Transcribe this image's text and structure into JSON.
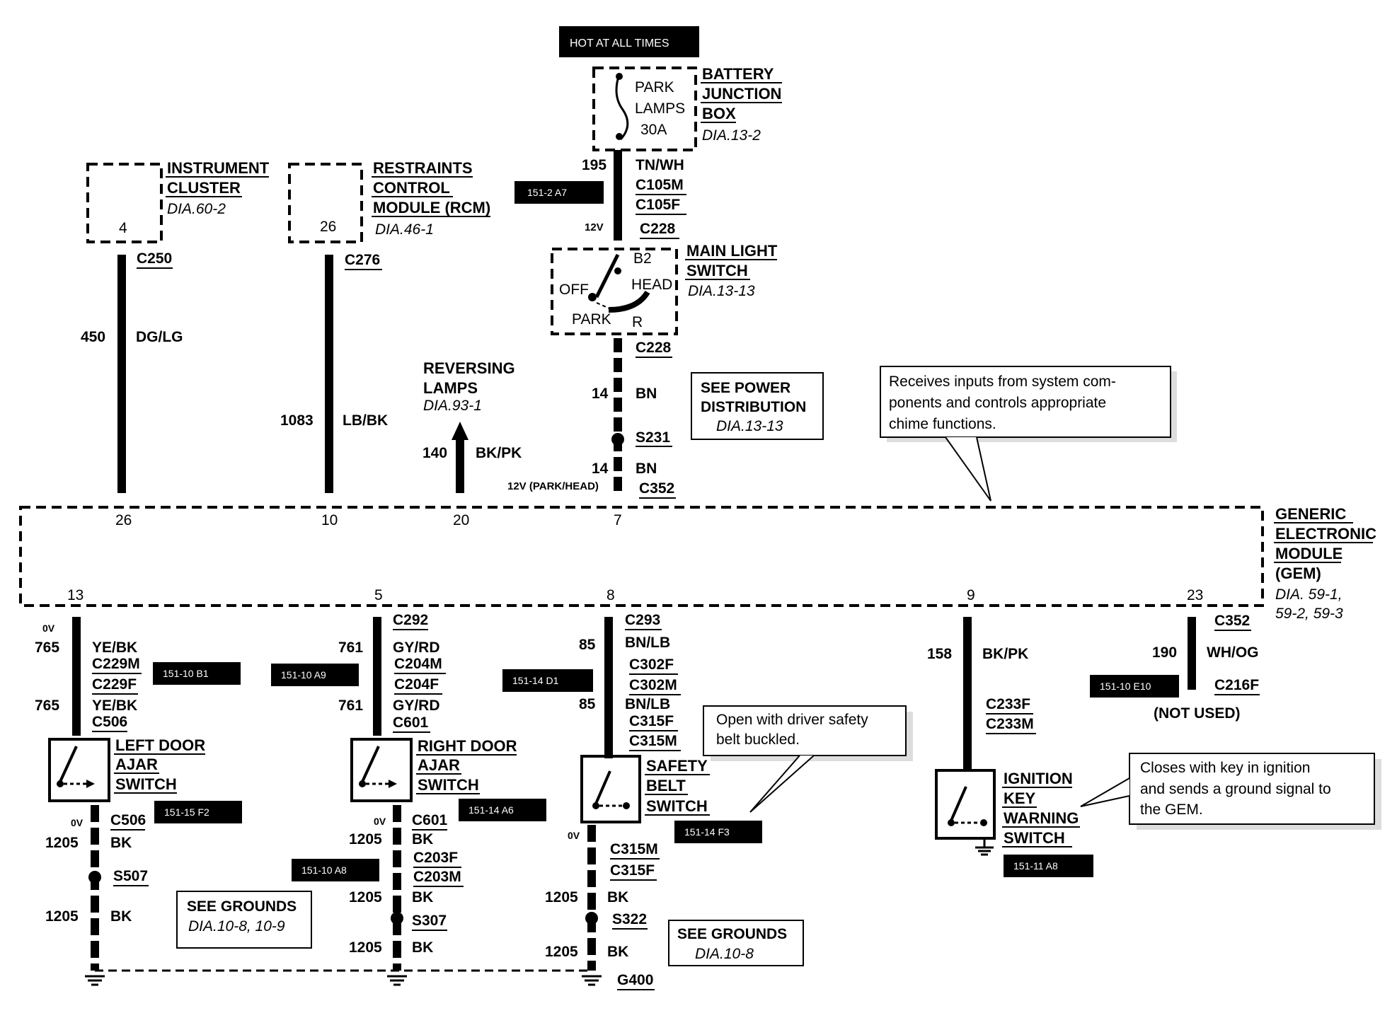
{
  "hot_label": "HOT AT ALL TIMES",
  "components": {
    "battery_junction_box": {
      "lines": [
        "BATTERY",
        "JUNCTION",
        "BOX"
      ],
      "ref": "DIA.13-2",
      "fuse": [
        "PARK",
        "LAMPS",
        "30A"
      ]
    },
    "instrument_cluster": {
      "lines": [
        "INSTRUMENT",
        "CLUSTER"
      ],
      "ref": "DIA.60-2",
      "pin": "4"
    },
    "rcm": {
      "lines": [
        "RESTRAINTS",
        "CONTROL",
        "MODULE (RCM)"
      ],
      "ref": "DIA.46-1",
      "pin": "26"
    },
    "main_light_switch": {
      "lines": [
        "MAIN LIGHT",
        "SWITCH"
      ],
      "ref": "DIA.13-13",
      "positions": [
        "B2",
        "OFF",
        "HEAD",
        "PARK",
        "R"
      ]
    },
    "reversing_lamps": {
      "lines": [
        "REVERSING",
        "LAMPS"
      ],
      "ref": "DIA.93-1"
    },
    "gem": {
      "lines": [
        "GENERIC",
        "ELECTRONIC",
        "MODULE",
        "(GEM)"
      ],
      "ref": [
        "DIA. 59-1,",
        "59-2, 59-3"
      ]
    },
    "left_door_ajar": {
      "lines": [
        "LEFT DOOR",
        "AJAR",
        "SWITCH"
      ]
    },
    "right_door_ajar": {
      "lines": [
        "RIGHT DOOR",
        "AJAR",
        "SWITCH"
      ]
    },
    "safety_belt": {
      "lines": [
        "SAFETY",
        "BELT",
        "SWITCH"
      ]
    },
    "ignition_key_warning": {
      "lines": [
        "IGNITION",
        "KEY",
        "WARNING",
        "SWITCH"
      ]
    }
  },
  "see_power": {
    "lines": [
      "SEE POWER",
      "DISTRIBUTION"
    ],
    "ref": "DIA.13-13"
  },
  "see_grounds_1": {
    "line": "SEE GROUNDS",
    "ref": "DIA.10-8, 10-9"
  },
  "see_grounds_2": {
    "line": "SEE GROUNDS",
    "ref": "DIA.10-8"
  },
  "notes": {
    "gem": [
      "Receives inputs from system com-",
      "ponents and controls appropriate",
      "chime functions."
    ],
    "belt": [
      "Open with driver safety",
      "belt buckled."
    ],
    "key": [
      "Closes with key in ignition",
      "and sends a ground signal to",
      "the GEM."
    ]
  },
  "gem_pins_top": [
    "26",
    "10",
    "20",
    "7"
  ],
  "gem_pins_bottom": [
    "13",
    "5",
    "8",
    "9",
    "23"
  ],
  "wire_labels": {
    "w195": "195",
    "tnwh": "TN/WH",
    "c105m": "C105M",
    "c105f": "C105F",
    "v12": "12V",
    "c228a": "C228",
    "c228b": "C228",
    "w14a": "14",
    "bn1": "BN",
    "s231": "S231",
    "w14b": "14",
    "bn2": "BN",
    "v12ph": "12V (PARK/HEAD)",
    "c352a": "C352",
    "c250": "C250",
    "w450": "450",
    "dglg": "DG/LG",
    "c276": "C276",
    "w1083": "1083",
    "lbbk": "LB/BK",
    "w140": "140",
    "bkpk1": "BK/PK",
    "ov1": "0V",
    "w765a": "765",
    "yebk1": "YE/BK",
    "c229m": "C229M",
    "c229f": "C229F",
    "w765b": "765",
    "yebk2": "YE/BK",
    "c506a": "C506",
    "ov2": "0V",
    "c506b": "C506",
    "w1205a": "1205",
    "bk1": "BK",
    "s507": "S507",
    "w1205b": "1205",
    "bk2": "BK",
    "c292": "C292",
    "w761a": "761",
    "gyrd1": "GY/RD",
    "c204m": "C204M",
    "c204f": "C204F",
    "w761b": "761",
    "gyrd2": "GY/RD",
    "c601a": "C601",
    "ov3": "0V",
    "c601b": "C601",
    "w1205c": "1205",
    "bk3": "BK",
    "c203f": "C203F",
    "c203m": "C203M",
    "w1205d": "1205",
    "bk4": "BK",
    "s307": "S307",
    "w1205e": "1205",
    "bk5": "BK",
    "c293": "C293",
    "w85a": "85",
    "bnlb1": "BN/LB",
    "c302f": "C302F",
    "c302m": "C302M",
    "w85b": "85",
    "bnlb2": "BN/LB",
    "c315f": "C315F",
    "c315m": "C315M",
    "ov4": "0V",
    "c315m2": "C315M",
    "c315f2": "C315F",
    "w1205f": "1205",
    "bk6": "BK",
    "s322": "S322",
    "w1205g": "1205",
    "bk7": "BK",
    "g400": "G400",
    "w158": "158",
    "bkpk2": "BK/PK",
    "c233f": "C233F",
    "c233m": "C233M",
    "c352b": "C352",
    "w190": "190",
    "whog": "WH/OG",
    "c216f": "C216F",
    "notused": "(NOT USED)"
  },
  "tags": {
    "t1": "151-2 A7",
    "t2": "151-10 B1",
    "t3": "151-10 A9",
    "t4": "151-14 D1",
    "t5": "151-10 E10",
    "t6": "151-15 F2",
    "t7": "151-14 A6",
    "t8": "151-10 A8",
    "t9": "151-14 F3",
    "t10": "151-11 A8"
  }
}
